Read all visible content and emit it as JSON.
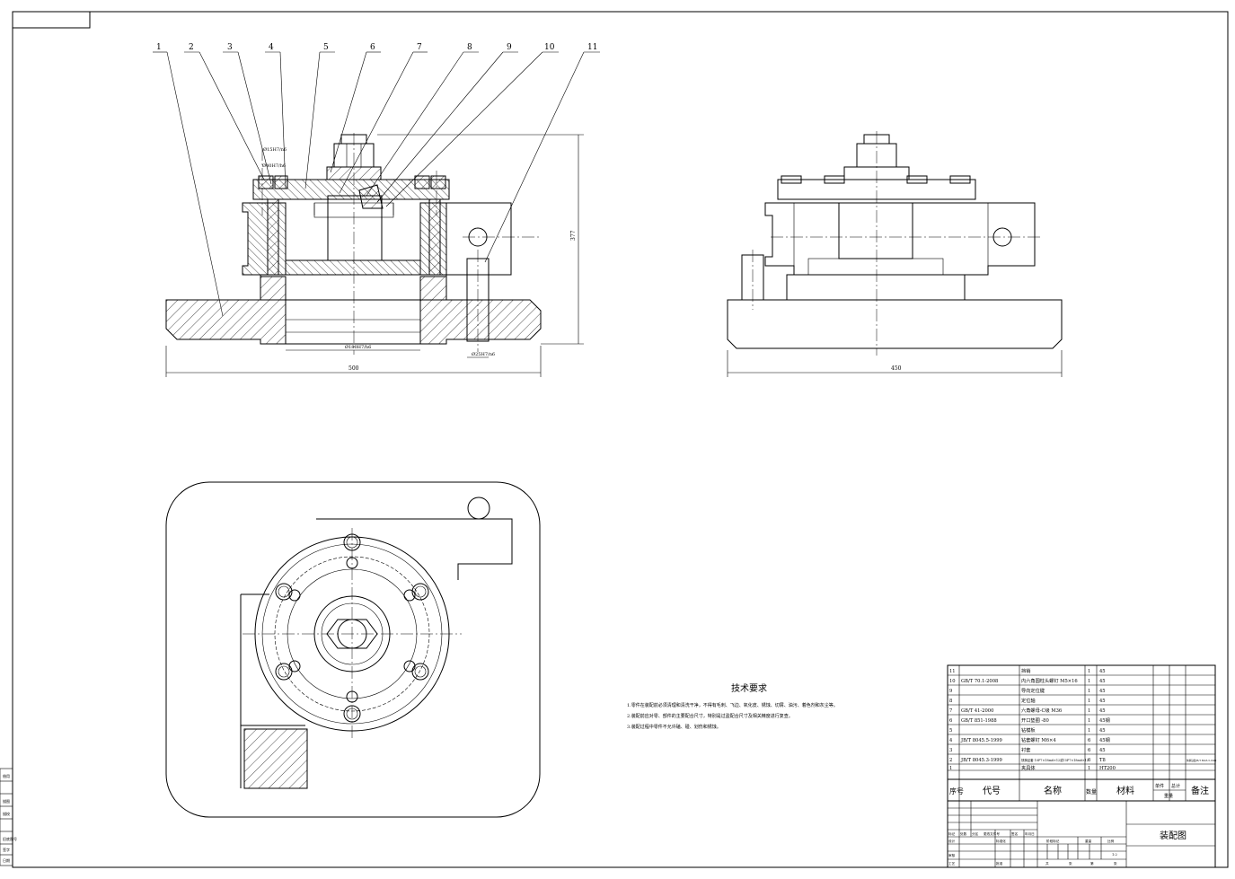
{
  "balloons": [
    "1",
    "2",
    "3",
    "4",
    "5",
    "6",
    "7",
    "8",
    "9",
    "10",
    "11"
  ],
  "dimensions": {
    "front_width": "500",
    "front_height": "377",
    "bore_dia": "Ø180H7/h6",
    "pin_dia": "Ø25H7/n6",
    "small_a": "Ø40H7/h6",
    "small_b": "Ø15H7/n6",
    "side_width": "450"
  },
  "tech": {
    "title": "技术要求",
    "lines": [
      "1.零件在装配前必须清理和清洗干净，不得有毛刺、飞边、氧化皮、锈蚀、切屑、油污、着色剂和灰尘等。",
      "2.装配前应对零、部件的主要配合尺寸，特别是过盈配合尺寸及相关精度进行复查。",
      "3.装配过程中零件不允许磕、碰、划伤和锈蚀。"
    ]
  },
  "bom": {
    "rows": [
      {
        "no": "11",
        "code": "",
        "name": "挡销",
        "qty": "1",
        "mat": "45",
        "note": ""
      },
      {
        "no": "10",
        "code": "GB/T 70.1-2008",
        "name": "内六角圆柱头螺钉 M5×16",
        "qty": "1",
        "mat": "45",
        "note": ""
      },
      {
        "no": "9",
        "code": "",
        "name": "导向定位键",
        "qty": "1",
        "mat": "45",
        "note": ""
      },
      {
        "no": "8",
        "code": "",
        "name": "定位轴",
        "qty": "1",
        "mat": "45",
        "note": ""
      },
      {
        "no": "7",
        "code": "GB/T 41-2000",
        "name": "六角螺母-C级 M36",
        "qty": "1",
        "mat": "45",
        "note": ""
      },
      {
        "no": "6",
        "code": "GB/T 851-1988",
        "name": "开口垫圈 -80",
        "qty": "1",
        "mat": "45钢",
        "note": ""
      },
      {
        "no": "5",
        "code": "",
        "name": "钻模板",
        "qty": "1",
        "mat": "45",
        "note": ""
      },
      {
        "no": "4",
        "code": "JB/T 8045.5-1999",
        "name": "钻套螺钉 M6×4",
        "qty": "6",
        "mat": "45钢",
        "note": ""
      },
      {
        "no": "3",
        "code": "",
        "name": "衬套",
        "qty": "6",
        "mat": "45",
        "note": ""
      },
      {
        "no": "2",
        "code": "JB/T 8045.3-1999",
        "name": "快换钻套 10F7×18m6×12或15F7×18m6×12",
        "qty": "6",
        "mat": "T8",
        "note": "快换钻套JB/T 8045.3-1999"
      },
      {
        "no": "1",
        "code": "",
        "name": "夹具体",
        "qty": "1",
        "mat": "HT200",
        "note": ""
      }
    ],
    "header": {
      "no": "序号",
      "code": "代号",
      "name": "名称",
      "qty": "数量",
      "mat": "材料",
      "unit": "单件",
      "total": "总计",
      "weight": "重量",
      "note": "备注"
    }
  },
  "title_block": {
    "drawing_name": "装配图",
    "scale": "1:2",
    "labels": [
      "标记",
      "处数",
      "分区",
      "更改文件号",
      "签名",
      "年月日",
      "设计",
      "标准化",
      "阶段标记",
      "重量",
      "比例",
      "审核",
      "工艺",
      "批准",
      "共",
      "张",
      "第",
      "张"
    ]
  },
  "left_strip": [
    "借用",
    "",
    "描图",
    "描校",
    "",
    "旧底图号",
    "",
    "签字",
    "日期"
  ]
}
